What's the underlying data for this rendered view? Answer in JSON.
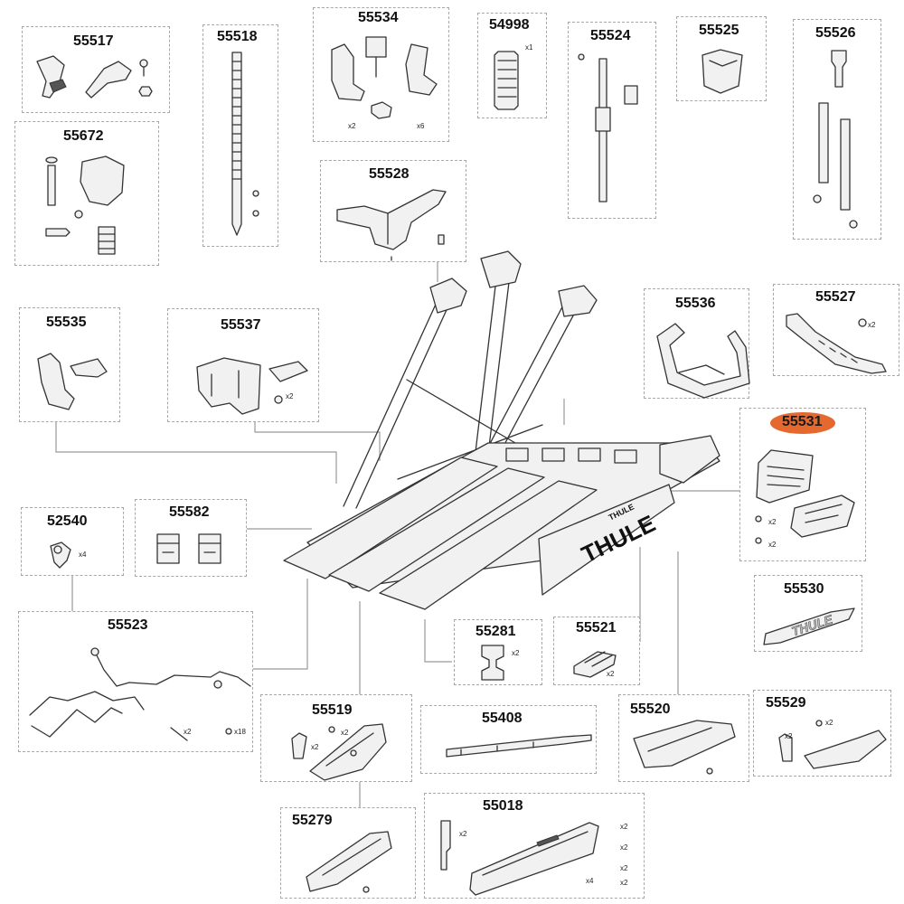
{
  "brand": {
    "logo_text": "THULE",
    "accent_color": "#e5692f"
  },
  "parts": [
    {
      "id": "55517",
      "label": "55517",
      "qty": []
    },
    {
      "id": "55518",
      "label": "55518",
      "qty": []
    },
    {
      "id": "55534",
      "label": "55534",
      "qty": [
        "x2",
        "x6"
      ]
    },
    {
      "id": "54998",
      "label": "54998",
      "qty": [
        "x1"
      ]
    },
    {
      "id": "55524",
      "label": "55524",
      "qty": []
    },
    {
      "id": "55525",
      "label": "55525",
      "qty": []
    },
    {
      "id": "55526",
      "label": "55526",
      "qty": []
    },
    {
      "id": "55672",
      "label": "55672",
      "qty": []
    },
    {
      "id": "55528",
      "label": "55528",
      "qty": []
    },
    {
      "id": "55535",
      "label": "55535",
      "qty": []
    },
    {
      "id": "55537",
      "label": "55537",
      "qty": [
        "x2"
      ]
    },
    {
      "id": "55536",
      "label": "55536",
      "qty": []
    },
    {
      "id": "55527",
      "label": "55527",
      "qty": [
        "x2"
      ]
    },
    {
      "id": "55531",
      "label": "55531",
      "qty": [
        "x2",
        "x2"
      ],
      "highlighted": true
    },
    {
      "id": "52540",
      "label": "52540",
      "qty": [
        "x4"
      ]
    },
    {
      "id": "55582",
      "label": "55582",
      "qty": []
    },
    {
      "id": "55530",
      "label": "55530",
      "qty": []
    },
    {
      "id": "55523",
      "label": "55523",
      "qty": [
        "x2",
        "x18"
      ]
    },
    {
      "id": "55281",
      "label": "55281",
      "qty": [
        "x2"
      ]
    },
    {
      "id": "55521",
      "label": "55521",
      "qty": [
        "x2"
      ]
    },
    {
      "id": "55519",
      "label": "55519",
      "qty": [
        "x2",
        "x2"
      ]
    },
    {
      "id": "55408",
      "label": "55408",
      "qty": []
    },
    {
      "id": "55520",
      "label": "55520",
      "qty": []
    },
    {
      "id": "55529",
      "label": "55529",
      "qty": [
        "x2",
        "x2"
      ]
    },
    {
      "id": "55279",
      "label": "55279",
      "qty": []
    },
    {
      "id": "55018",
      "label": "55018",
      "qty": [
        "x2",
        "x2",
        "x2",
        "x2",
        "x4",
        "x2"
      ]
    }
  ]
}
